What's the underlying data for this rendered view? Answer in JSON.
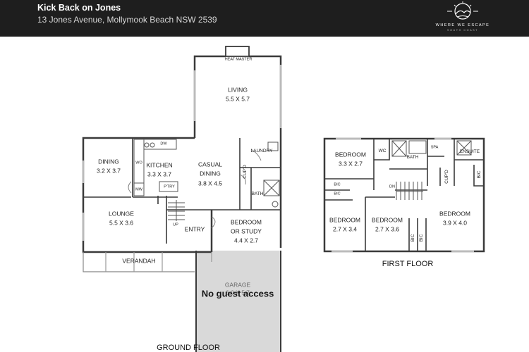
{
  "header": {
    "title": "Kick Back on Jones",
    "address": "13 Jones Avenue, Mollymook Beach NSW 2539",
    "logo_text": "WHERE WE ESCAPE",
    "logo_subtext": "SOUTH COAST"
  },
  "ground": {
    "floor_label": "GROUND FLOOR",
    "heat_master": "HEAT MASTER",
    "living": "LIVING",
    "living_dim": "5.5 X 5.7",
    "dining": "DINING",
    "dining_dim": "3.2 X 3.7",
    "kitchen": "KITCHEN",
    "kitchen_dim": "3.3 X 3.7",
    "casual": "CASUAL",
    "casual_dining": "DINING",
    "casual_dim": "3.8 X 4.5",
    "laundry": "LAUNDRY",
    "cupd": "CUP'D",
    "bath": "BATH",
    "lounge": "LOUNGE",
    "lounge_dim": "5.5 X 3.6",
    "pantry": "P'TRY",
    "mw": "MW",
    "wo": "WO",
    "dw": "DW",
    "up": "UP",
    "entry": "ENTRY",
    "bedroom": "BEDROOM",
    "or_study": "OR STUDY",
    "bedroom_dim": "4.4 X 2.7",
    "verandah": "VERANDAH",
    "garage": "GARAGE",
    "garage_dim": "6.0 X 5.7",
    "no_access": "No guest access"
  },
  "first": {
    "floor_label": "FIRST FLOOR",
    "bedroom": "BEDROOM",
    "bedroom_tl_dim": "3.3 X 2.7",
    "wc": "WC",
    "bath": "BATH",
    "spa": "SPA",
    "ensuite": "ENSUITE",
    "cupd": "CUP'D",
    "bic": "BIC",
    "dn": "DN",
    "bedroom_bl_dim": "2.7 X 3.4",
    "bedroom_bm_dim": "2.7 X 3.6",
    "bedroom_br_dim": "3.9 X 4.0"
  },
  "colors": {
    "header_bg": "#1e1e1e",
    "wall": "#3a3a3a",
    "garage_fill": "#d9d9d9"
  }
}
